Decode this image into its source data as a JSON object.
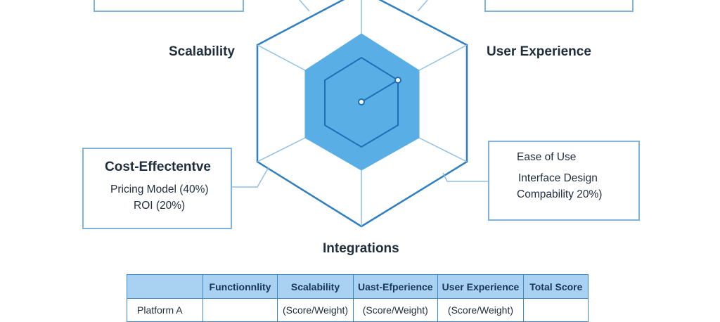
{
  "labels": {
    "scalability": "Scalability",
    "user_experience": "User Experience",
    "integrations": "Integrations"
  },
  "cost_box": {
    "title": "Cost-Effectentve",
    "lines": [
      "Pricing Model (40%)",
      "ROI (20%)"
    ]
  },
  "ux_box": {
    "lines": [
      "Ease of Use",
      "Interface Design",
      "Compability 20%)"
    ]
  },
  "table": {
    "headers": [
      "",
      "Functionnlity",
      "Scalability",
      "Uast-Efperience",
      "User Experience",
      "Total Score"
    ],
    "rows": [
      [
        "Platform A",
        "",
        "(Score/Weight)",
        "(Score/Weight)",
        "(Score/Weight)",
        ""
      ]
    ]
  },
  "colors": {
    "hex_outline": "#2f7fc1",
    "hex_fill": "#5aaee6",
    "guide_lines": "#8fc0e6",
    "box_border": "#7fb3de",
    "table_header": "#a9d1f2",
    "table_border": "#3b87c8"
  }
}
